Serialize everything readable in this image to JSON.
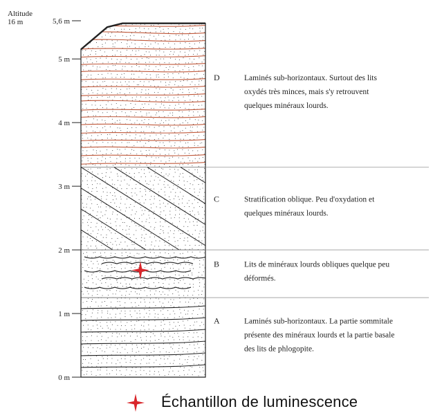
{
  "altitude": {
    "label": "Altitude",
    "value": "16 m"
  },
  "axis": {
    "ticks": [
      {
        "label": "5,6 m",
        "value": 5.6
      },
      {
        "label": "5 m",
        "value": 5
      },
      {
        "label": "4 m",
        "value": 4
      },
      {
        "label": "3 m",
        "value": 3
      },
      {
        "label": "2 m",
        "value": 2
      },
      {
        "label": "1 m",
        "value": 1
      },
      {
        "label": "0 m",
        "value": 0
      }
    ]
  },
  "units": [
    {
      "id": "D",
      "letter": "D",
      "bottom": 3.3,
      "top": 5.6,
      "pattern": "laminated-oxidized",
      "lines": [
        "Laminés sub-horizontaux. Surtout des lits",
        "oxydés très minces, mais s'y retrouvent",
        "quelques minéraux lourds."
      ]
    },
    {
      "id": "C",
      "letter": "C",
      "bottom": 2.0,
      "top": 3.3,
      "pattern": "oblique",
      "lines": [
        "Stratification oblique. Peu d'oxydation et",
        "quelques minéraux lourds."
      ]
    },
    {
      "id": "B",
      "letter": "B",
      "bottom": 1.25,
      "top": 2.0,
      "pattern": "wavy",
      "lines": [
        "Lits de minéraux lourds obliques quelque peu",
        "déformés."
      ]
    },
    {
      "id": "A",
      "letter": "A",
      "bottom": 0,
      "top": 1.25,
      "pattern": "laminated",
      "lines": [
        "Laminés sub-horizontaux. La partie sommitale",
        "présente des minéraux lourds et la partie basale",
        "des lits de phlogopite."
      ]
    }
  ],
  "sample": {
    "depth": 1.68,
    "color": "#d9262b",
    "icon": "star-marker-icon"
  },
  "legend": {
    "label": "Échantillon de luminescence",
    "icon": "star-marker-icon"
  },
  "colors": {
    "oxidized": "#c0583a",
    "ink": "#222222",
    "star": "#d9262b",
    "divider": "#9a9a9a"
  }
}
